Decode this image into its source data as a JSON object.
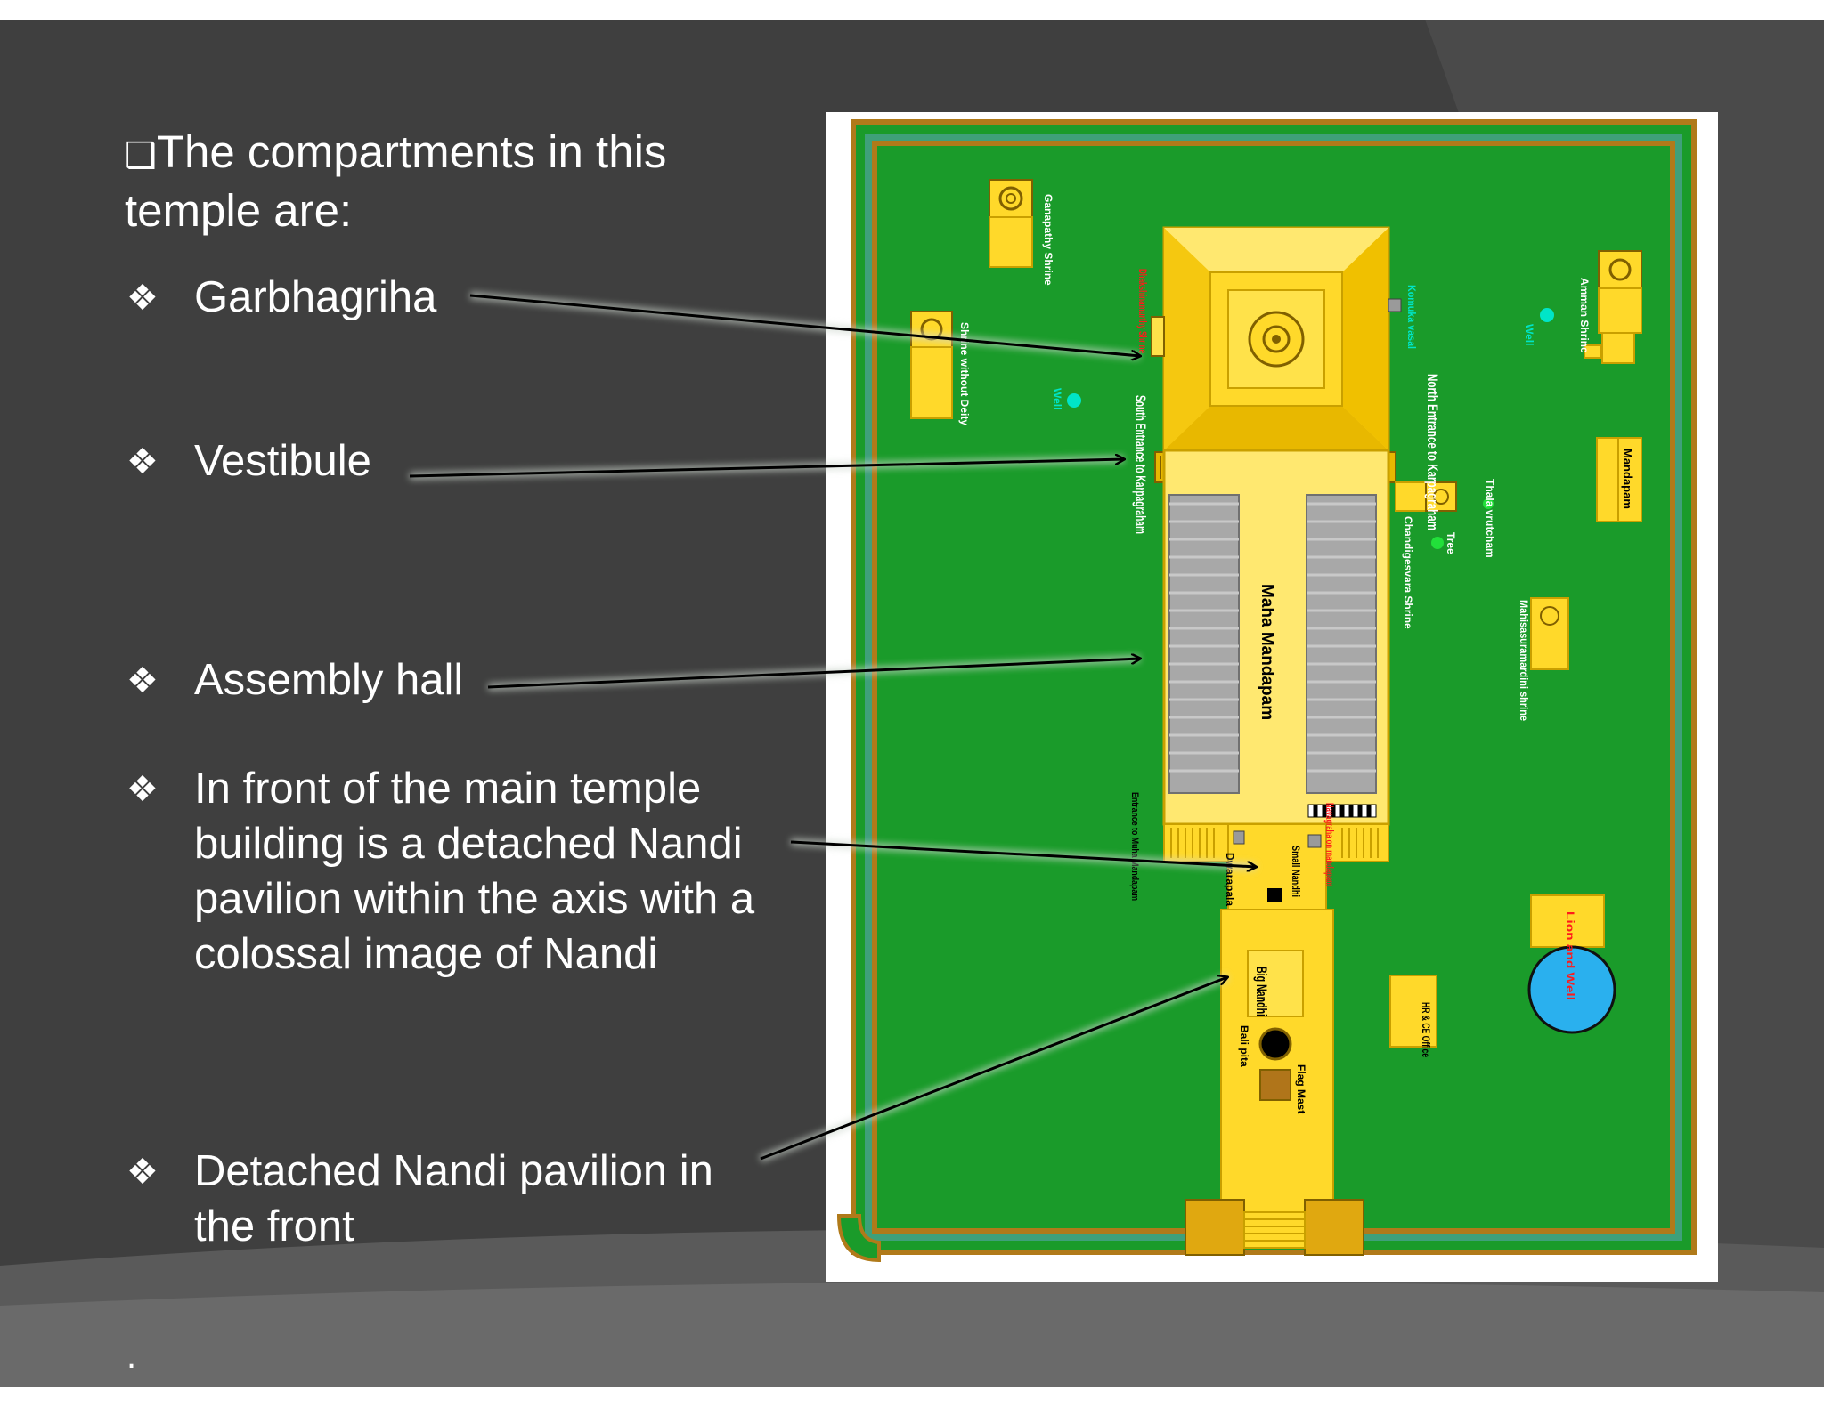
{
  "heading": {
    "box": "❑",
    "text": "The compartments in this temple are:"
  },
  "bullets": [
    {
      "symbol": "❖",
      "text": "Garbhagriha"
    },
    {
      "symbol": "❖",
      "text": "Vestibule"
    },
    {
      "symbol": "❖",
      "text": "Assembly hall"
    },
    {
      "symbol": "❖",
      "text": "In front of the main temple building is a detached Nandi pavilion within the axis with a colossal image of Nandi"
    },
    {
      "symbol": "❖",
      "text": "Detached Nandi pavilion in the front"
    }
  ],
  "footer": ".",
  "plan_labels": {
    "ganapathy": "Ganapathy Shrine",
    "shrine_without_deity": "Shrine without Deity",
    "well_left": "Well",
    "well_right": "Well",
    "dhakshinamurthy": "Dhakshinamurthy Shrine",
    "south_entrance": "South Entrance to Karpagraham",
    "komuka": "Komuka vasal",
    "north_entrance": "North Entrance to Karpagraham",
    "chandigesvara": "Chandigesvara Shrine",
    "tree": "Tree",
    "amman": "Amman Shrine",
    "mandapam": "Mandapam",
    "thala": "Thala vrutcham",
    "mahisasura": "Mahisasuramardini shrine",
    "maha_mandapam": "Maha Mandapam",
    "entrance_muha": "Entrance to Muha Mandapam",
    "dwarapala": "Dwarapala",
    "small_nandhi": "Small Nandhi",
    "navagraha": "Navagraha on mandapam",
    "big_nandhi": "Big Nandhi",
    "bali_pita": "Bali pita",
    "flag_mast": "Flag Mast",
    "lion_well": "Lion and Well",
    "hrce": "HR & CE Office"
  },
  "colors": {
    "background": "#3f3f3f",
    "lawn": "#1a9b2a",
    "temple": "#ffd92a",
    "wall": "#b07a1a",
    "label_white": "#ffffff",
    "label_cyan": "#00e5c8",
    "label_red": "#ff1a1a"
  }
}
